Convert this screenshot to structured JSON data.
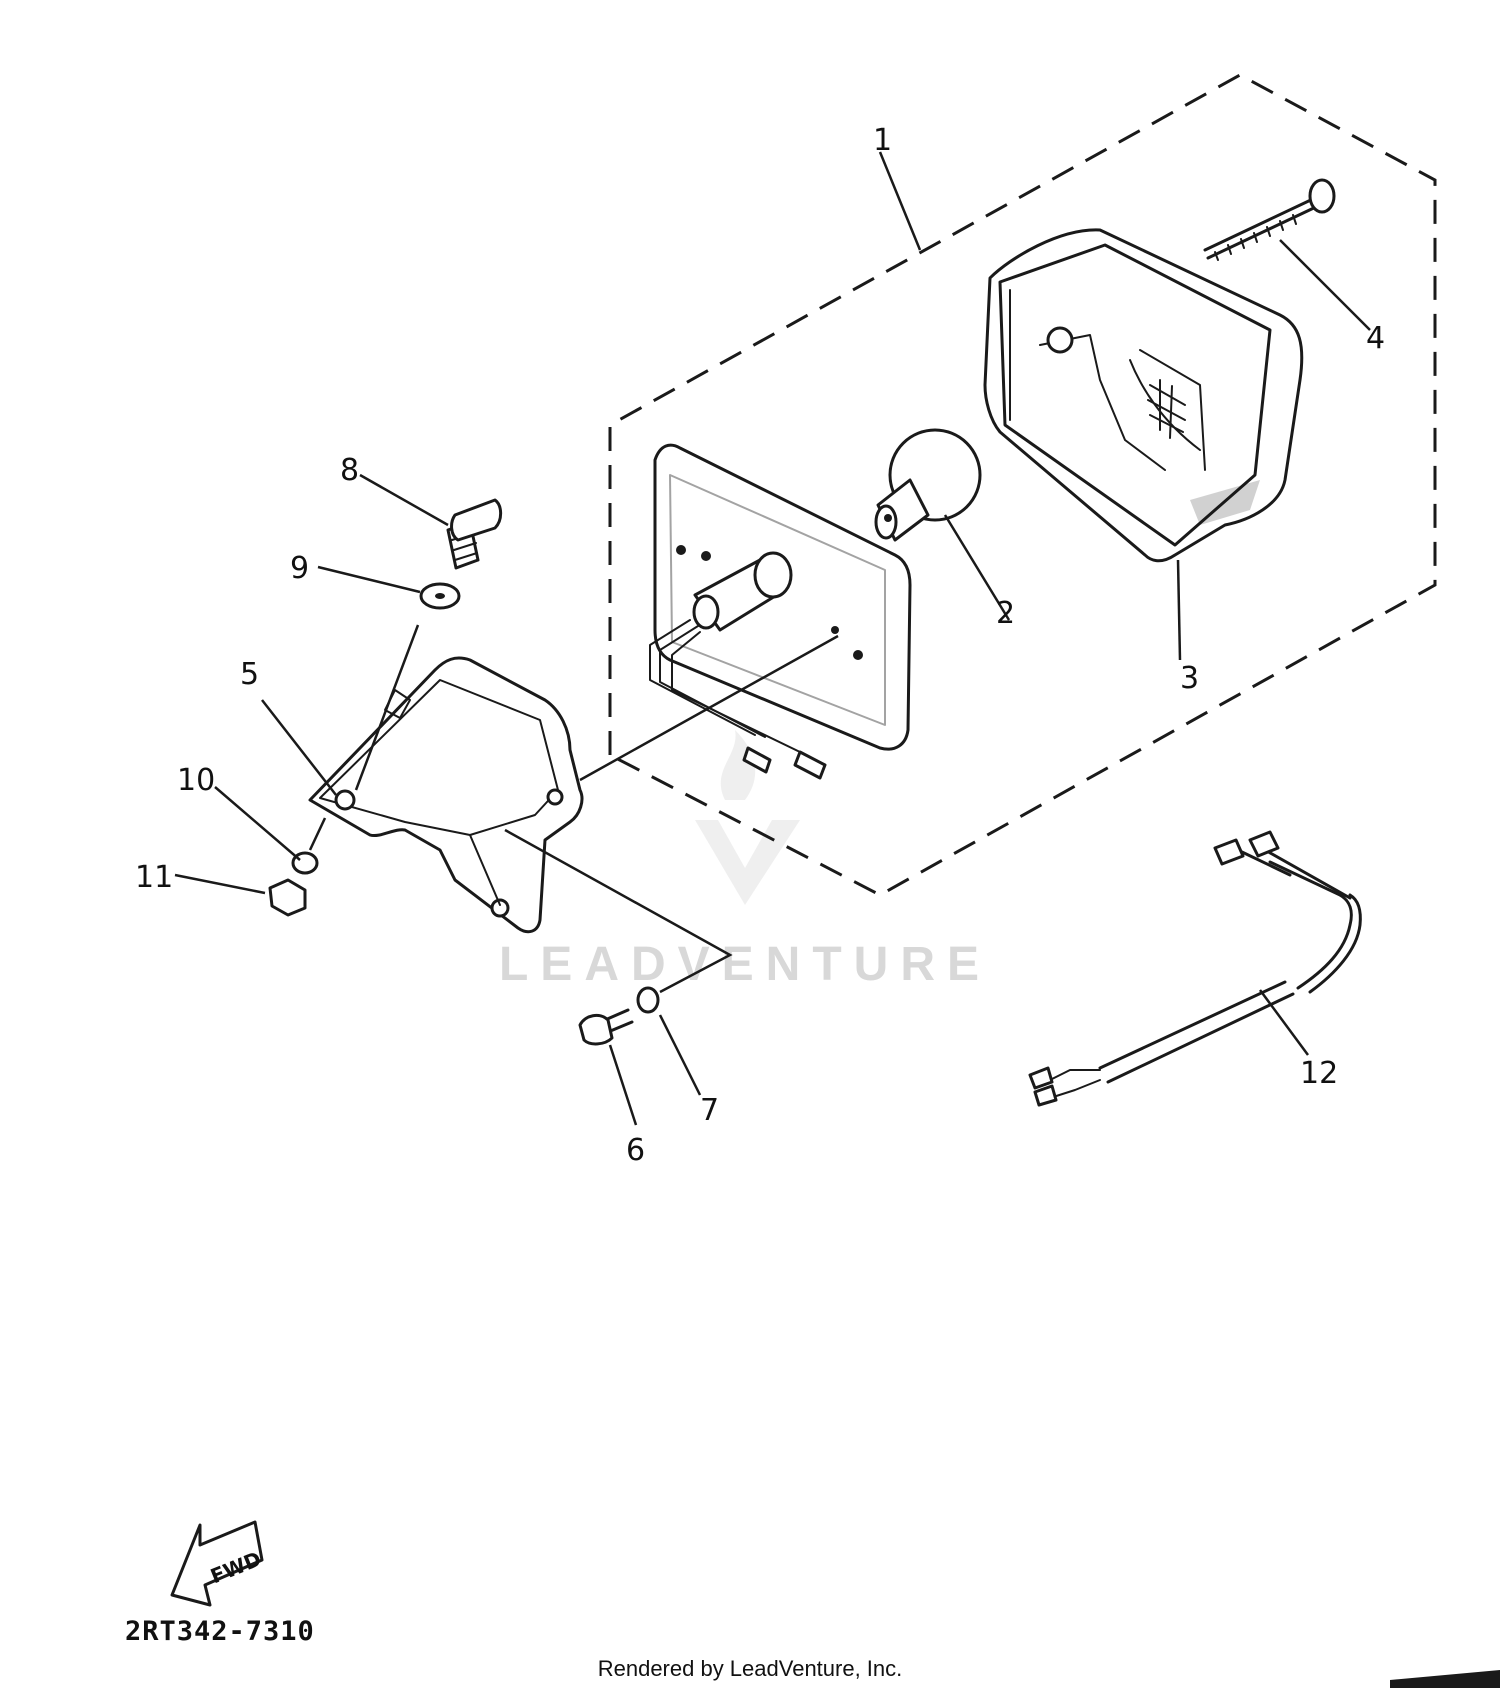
{
  "diagram_code": "2RT342-7310",
  "fwd_label": "FWD",
  "watermark_text": "LEADVENTURE",
  "credit_text": "Rendered by LeadVenture, Inc.",
  "callouts": {
    "c1": "1",
    "c2": "2",
    "c3": "3",
    "c4": "4",
    "c5": "5",
    "c6": "6",
    "c7": "7",
    "c8": "8",
    "c9": "9",
    "c10": "10",
    "c11": "11",
    "c12": "12"
  },
  "colors": {
    "ink": "#1a1a1a",
    "background": "#ffffff",
    "watermark": "#d8d8d8"
  }
}
